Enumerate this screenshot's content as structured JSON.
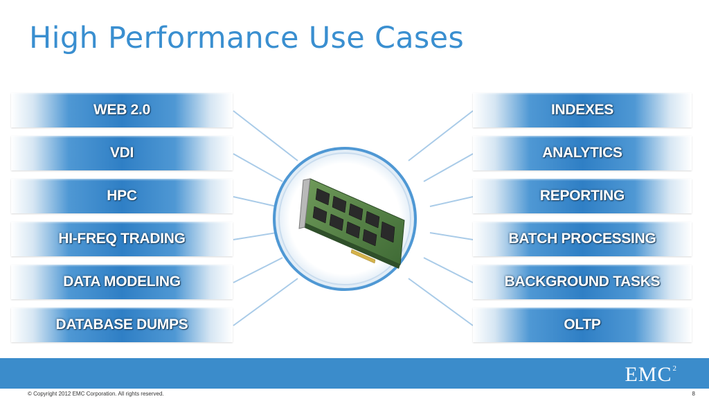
{
  "slide": {
    "title": "High Performance Use Cases",
    "left_items": [
      {
        "label": "WEB 2.0"
      },
      {
        "label": "VDI"
      },
      {
        "label": "HPC"
      },
      {
        "label": "HI-FREQ TRADING"
      },
      {
        "label": "DATA MODELING"
      },
      {
        "label": "DATABASE DUMPS"
      }
    ],
    "right_items": [
      {
        "label": "INDEXES"
      },
      {
        "label": "ANALYTICS"
      },
      {
        "label": "REPORTING"
      },
      {
        "label": "BATCH PROCESSING"
      },
      {
        "label": "BACKGROUND TASKS"
      },
      {
        "label": "OLTP"
      }
    ],
    "center_image": "pcie-flash-card-image"
  },
  "footer": {
    "logo_text": "EMC",
    "logo_superscript": "2",
    "copyright": "© Copyright 2012 EMC Corporation. All rights reserved.",
    "page_number": "8"
  },
  "colors": {
    "title": "#3a8fd0",
    "box_blue": "#2f7fc5",
    "footer_bar": "#3b8ccb"
  }
}
